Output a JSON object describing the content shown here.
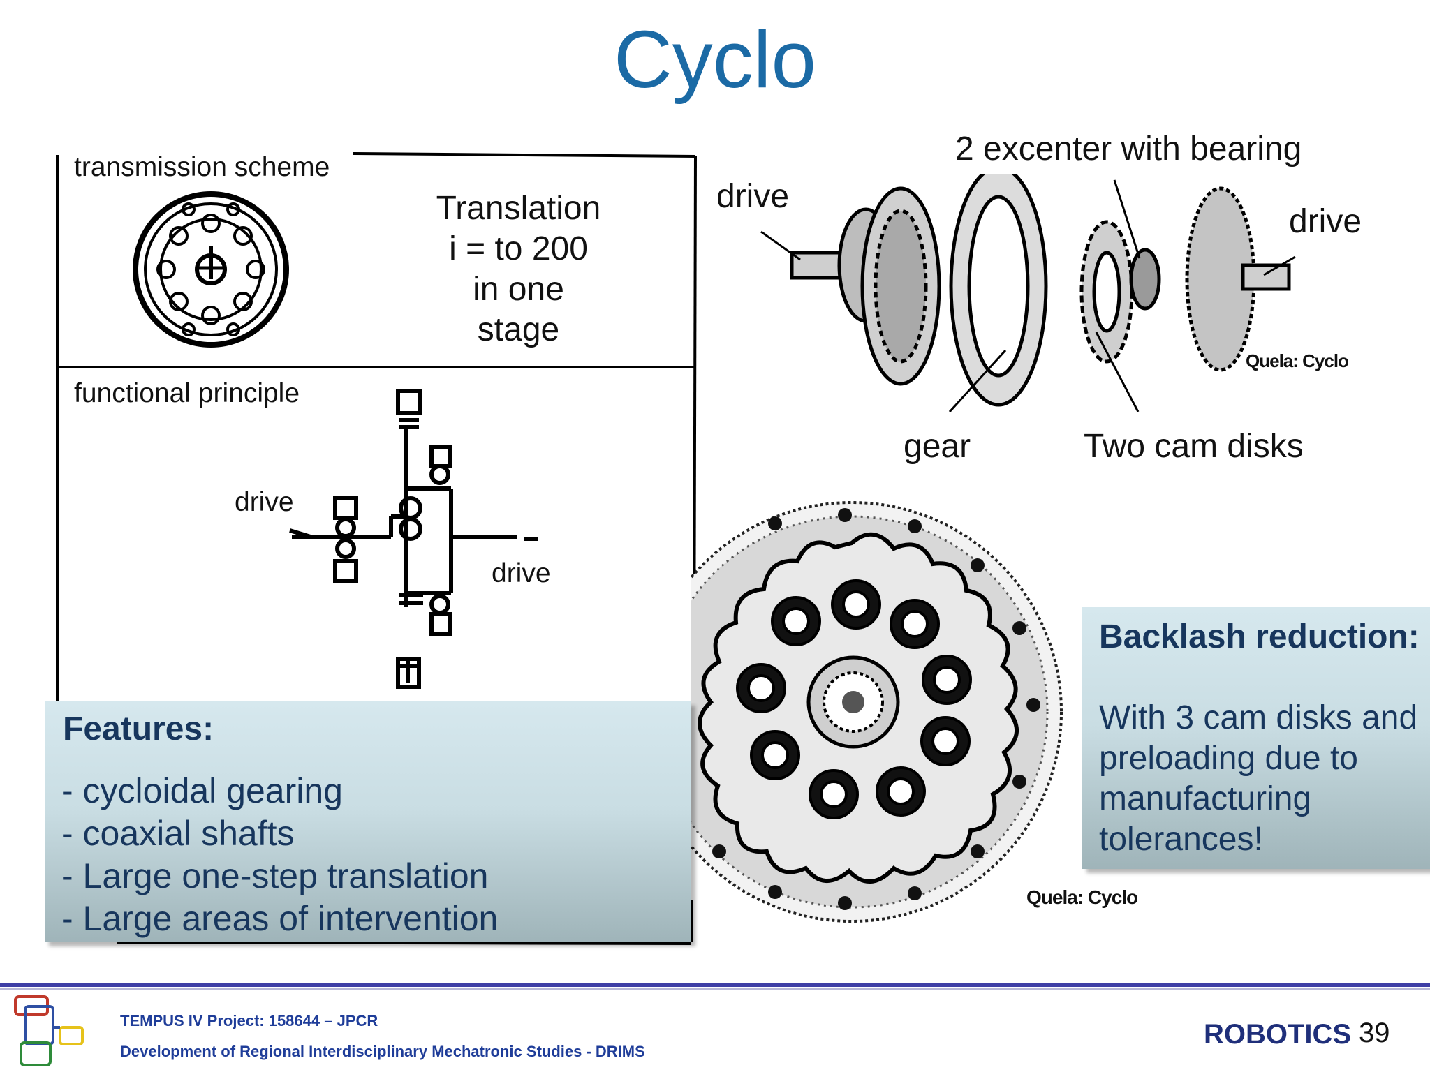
{
  "slide": {
    "title": "Cyclo"
  },
  "scheme": {
    "transmission_label": "transmission scheme",
    "translation_lines": [
      "Translation",
      "i = to 200",
      "in one",
      "stage"
    ],
    "functional_label": "functional principle",
    "drive_left": "drive",
    "drive_right": "drive"
  },
  "exploded": {
    "excenter": "2  excenter with bearing",
    "drive_left": "drive",
    "drive_right": "drive",
    "gear": "gear",
    "cam_disks": "Two cam disks",
    "source": "Quela: Cyclo"
  },
  "disk_photo": {
    "source": "Quela: Cyclo"
  },
  "features": {
    "title": "Features:",
    "items": [
      "- cycloidal gearing",
      "- coaxial shafts",
      "- Large one-step translation",
      "- Large areas of intervention"
    ]
  },
  "backlash": {
    "title": "Backlash reduction:",
    "text": "With 3 cam disks and preloading due to manufacturing tolerances!"
  },
  "footer": {
    "project": "TEMPUS IV Project: 158644 – JPCR",
    "development": "Development of Regional Interdisciplinary Mechatronic Studies - DRIMS",
    "robotics": "ROBOTICS",
    "page": "39"
  },
  "colors": {
    "title": "#1b6aa5",
    "box_text": "#17365d",
    "footer_text": "#1f3d99",
    "footer_line": "#3f3fa6",
    "logo_red": "#c0392b",
    "logo_blue": "#2e4fa3",
    "logo_yellow": "#e6c21a",
    "logo_green": "#2e8b3a"
  }
}
